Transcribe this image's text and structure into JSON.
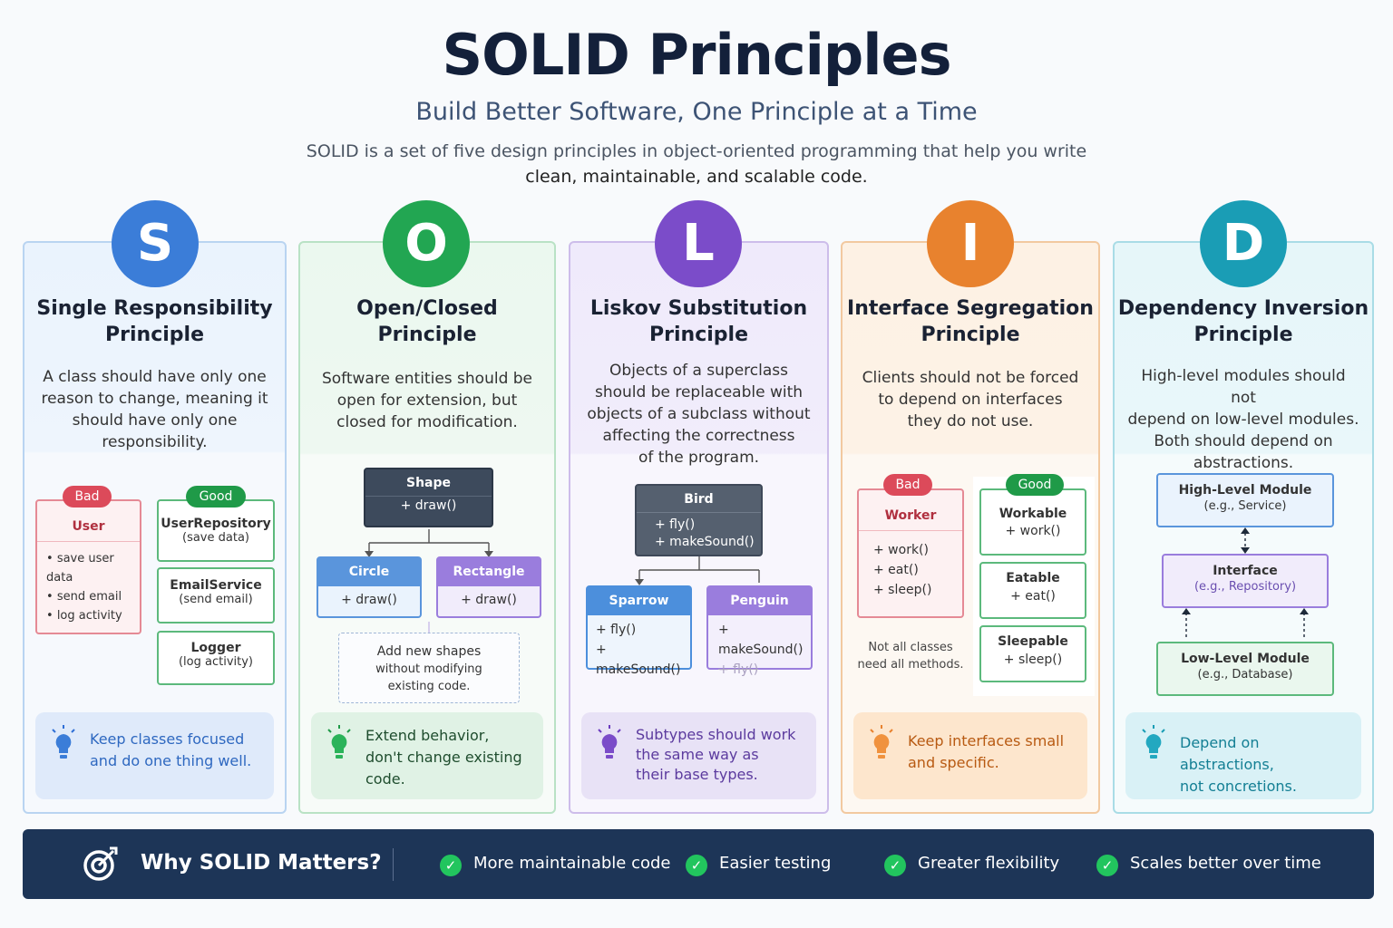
{
  "header": {
    "title": "SOLID Principles",
    "subtitle": "Build Better Software, One Principle at a Time",
    "intro_line1": "SOLID is a set of five design principles in object-oriented programming that help you write",
    "intro_line2": "clean, maintainable, and scalable code."
  },
  "colors": {
    "s": "#3b7dd8",
    "o": "#22a652",
    "l": "#7b4cc9",
    "i": "#e8822e",
    "d": "#1a9db5",
    "footer_bg": "#1d3557",
    "bad": "#dc4a5a",
    "good": "#1f9a48"
  },
  "srp": {
    "letter": "S",
    "title_line1": "Single Responsibility",
    "title_line2": "Principle",
    "desc": [
      "A class should have only one",
      "reason to change, meaning it",
      "should have only one",
      "responsibility."
    ],
    "bad_label": "Bad",
    "good_label": "Good",
    "bad_class": "User",
    "bad_items": [
      "save user data",
      "send email",
      "log activity"
    ],
    "good_classes": [
      {
        "name": "UserRepository",
        "note": "(save data)"
      },
      {
        "name": "EmailService",
        "note": "(send email)"
      },
      {
        "name": "Logger",
        "note": "(log activity)"
      }
    ],
    "tip": [
      "Keep classes focused",
      "and do one thing well."
    ],
    "tip_icon": "lightbulb-icon"
  },
  "ocp": {
    "letter": "O",
    "title_line1": "Open/Closed",
    "title_line2": "Principle",
    "desc": [
      "Software entities should be",
      "open for extension, but",
      "closed for modification."
    ],
    "base_class": "Shape",
    "base_method": "+ draw()",
    "children": [
      {
        "name": "Circle",
        "method": "+ draw()"
      },
      {
        "name": "Rectangle",
        "method": "+ draw()"
      }
    ],
    "new_shapes": [
      "Add new shapes",
      "without modifying",
      "existing code."
    ],
    "tip": [
      "Extend behavior,",
      "don't change existing",
      "code."
    ],
    "tip_icon": "lightbulb-icon"
  },
  "lsp": {
    "letter": "L",
    "title_line1": "Liskov Substitution",
    "title_line2": "Principle",
    "desc": [
      "Objects of a superclass",
      "should be replaceable with",
      "objects of a subclass without",
      "affecting the correctness",
      "of the program."
    ],
    "base_class": "Bird",
    "base_methods": [
      "+ fly()",
      "+ makeSound()"
    ],
    "sparrow": {
      "name": "Sparrow",
      "methods": [
        "+ fly()",
        "+ makeSound()"
      ]
    },
    "penguin": {
      "name": "Penguin",
      "methods": [
        "+ makeSound()"
      ],
      "struck": "+ fly()"
    },
    "tip": [
      "Subtypes should work",
      "the same way as",
      "their base types."
    ],
    "tip_icon": "lightbulb-icon"
  },
  "isp": {
    "letter": "I",
    "title_line1": "Interface Segregation",
    "title_line2": "Principle",
    "desc": [
      "Clients should not be forced",
      "to depend on interfaces",
      "they do not use."
    ],
    "bad_label": "Bad",
    "good_label": "Good",
    "bad_class": "Worker",
    "bad_methods": [
      "+ work()",
      "+ eat()",
      "+ sleep()"
    ],
    "bad_note": [
      "Not all classes",
      "need all methods."
    ],
    "good_interfaces": [
      {
        "name": "Workable",
        "method": "+ work()"
      },
      {
        "name": "Eatable",
        "method": "+ eat()"
      },
      {
        "name": "Sleepable",
        "method": "+ sleep()"
      }
    ],
    "tip": [
      "Keep interfaces small",
      "and specific."
    ],
    "tip_icon": "lightbulb-icon"
  },
  "dip": {
    "letter": "D",
    "title_line1": "Dependency Inversion",
    "title_line2": "Principle",
    "desc": [
      "High-level modules should not",
      "depend on low-level modules.",
      "Both should depend on",
      "abstractions."
    ],
    "high": {
      "name": "High-Level Module",
      "note": "(e.g., Service)"
    },
    "iface": {
      "name": "Interface",
      "note": "(e.g., Repository)"
    },
    "low": {
      "name": "Low-Level Module",
      "note": "(e.g., Database)"
    },
    "tip": [
      "Depend on abstractions,",
      "not concretions."
    ],
    "tip_icon": "lightbulb-icon"
  },
  "footer": {
    "title": "Why SOLID Matters?",
    "icon": "target-icon",
    "benefits": [
      "More maintainable code",
      "Easier testing",
      "Greater flexibility",
      "Scales better over time"
    ]
  }
}
